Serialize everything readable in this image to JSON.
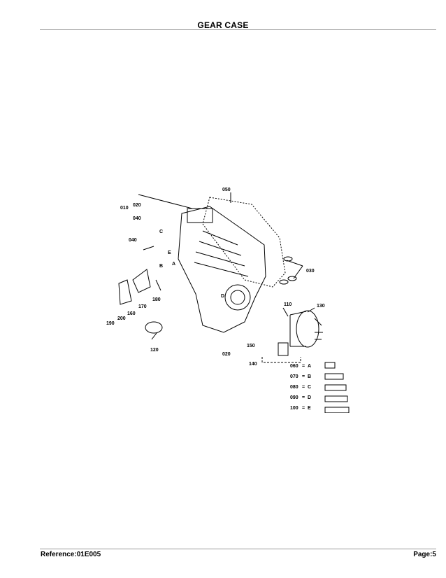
{
  "header": {
    "title": "GEAR CASE"
  },
  "footer": {
    "reference": "Reference:01E005",
    "page": "Page:5"
  },
  "diagram": {
    "callouts": {
      "p010": "010",
      "p020a": "020",
      "p040a": "040",
      "p040b": "040",
      "p050": "050",
      "p030": "030",
      "p110": "110",
      "p130": "130",
      "p180": "180",
      "p170": "170",
      "p160": "160",
      "p200": "200",
      "p190": "190",
      "p120": "120",
      "p020b": "020",
      "p150": "150",
      "p140": "140"
    },
    "letters": {
      "A": "A",
      "B": "B",
      "C": "C",
      "D": "D",
      "E": "E"
    },
    "legend": [
      {
        "part": "060",
        "letter": "A"
      },
      {
        "part": "070",
        "letter": "B"
      },
      {
        "part": "080",
        "letter": "C"
      },
      {
        "part": "090",
        "letter": "D"
      },
      {
        "part": "100",
        "letter": "E"
      }
    ],
    "legend_sep": "="
  }
}
